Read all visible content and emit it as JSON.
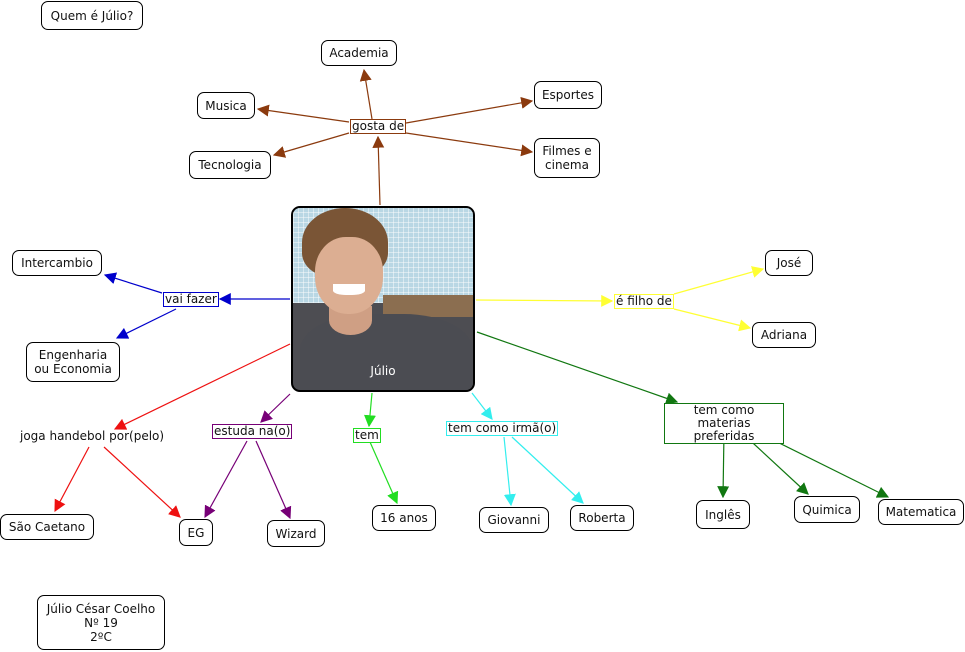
{
  "title": "Quem é Júlio?",
  "author_box": "Júlio César Coelho\nNº 19\n2ºC",
  "center": {
    "label": "Júlio",
    "image": "photo-of-julio"
  },
  "colors": {
    "brown": "#8B3A0E",
    "blue": "#0000CC",
    "yellow": "#FFFF33",
    "red": "#EE1111",
    "purple": "#770077",
    "green": "#22DD22",
    "cyan": "#33EEEE",
    "darkgreen": "#117711"
  },
  "branches": [
    {
      "link": "gosta de",
      "color": "brown",
      "concepts": [
        "Academia",
        "Musica",
        "Tecnologia",
        "Esportes",
        "Filmes e\ncinema"
      ]
    },
    {
      "link": "vai fazer",
      "color": "blue",
      "concepts": [
        "Intercambio",
        "Engenharia\nou Economia"
      ]
    },
    {
      "link": "é filho de",
      "color": "yellow",
      "concepts": [
        "José",
        "Adriana"
      ]
    },
    {
      "link": "joga handebol por(pelo)",
      "color": "red",
      "concepts": [
        "São Caetano",
        "EG"
      ]
    },
    {
      "link": "estuda na(o)",
      "color": "purple",
      "concepts": [
        "EG",
        "Wizard"
      ]
    },
    {
      "link": "tem",
      "color": "green",
      "concepts": [
        "16 anos"
      ]
    },
    {
      "link": "tem como irmã(o)",
      "color": "cyan",
      "concepts": [
        "Giovanni",
        "Roberta"
      ]
    },
    {
      "link": "tem como materias\npreferidas",
      "color": "darkgreen",
      "concepts": [
        "Inglês",
        "Quimica",
        "Matematica"
      ]
    }
  ]
}
